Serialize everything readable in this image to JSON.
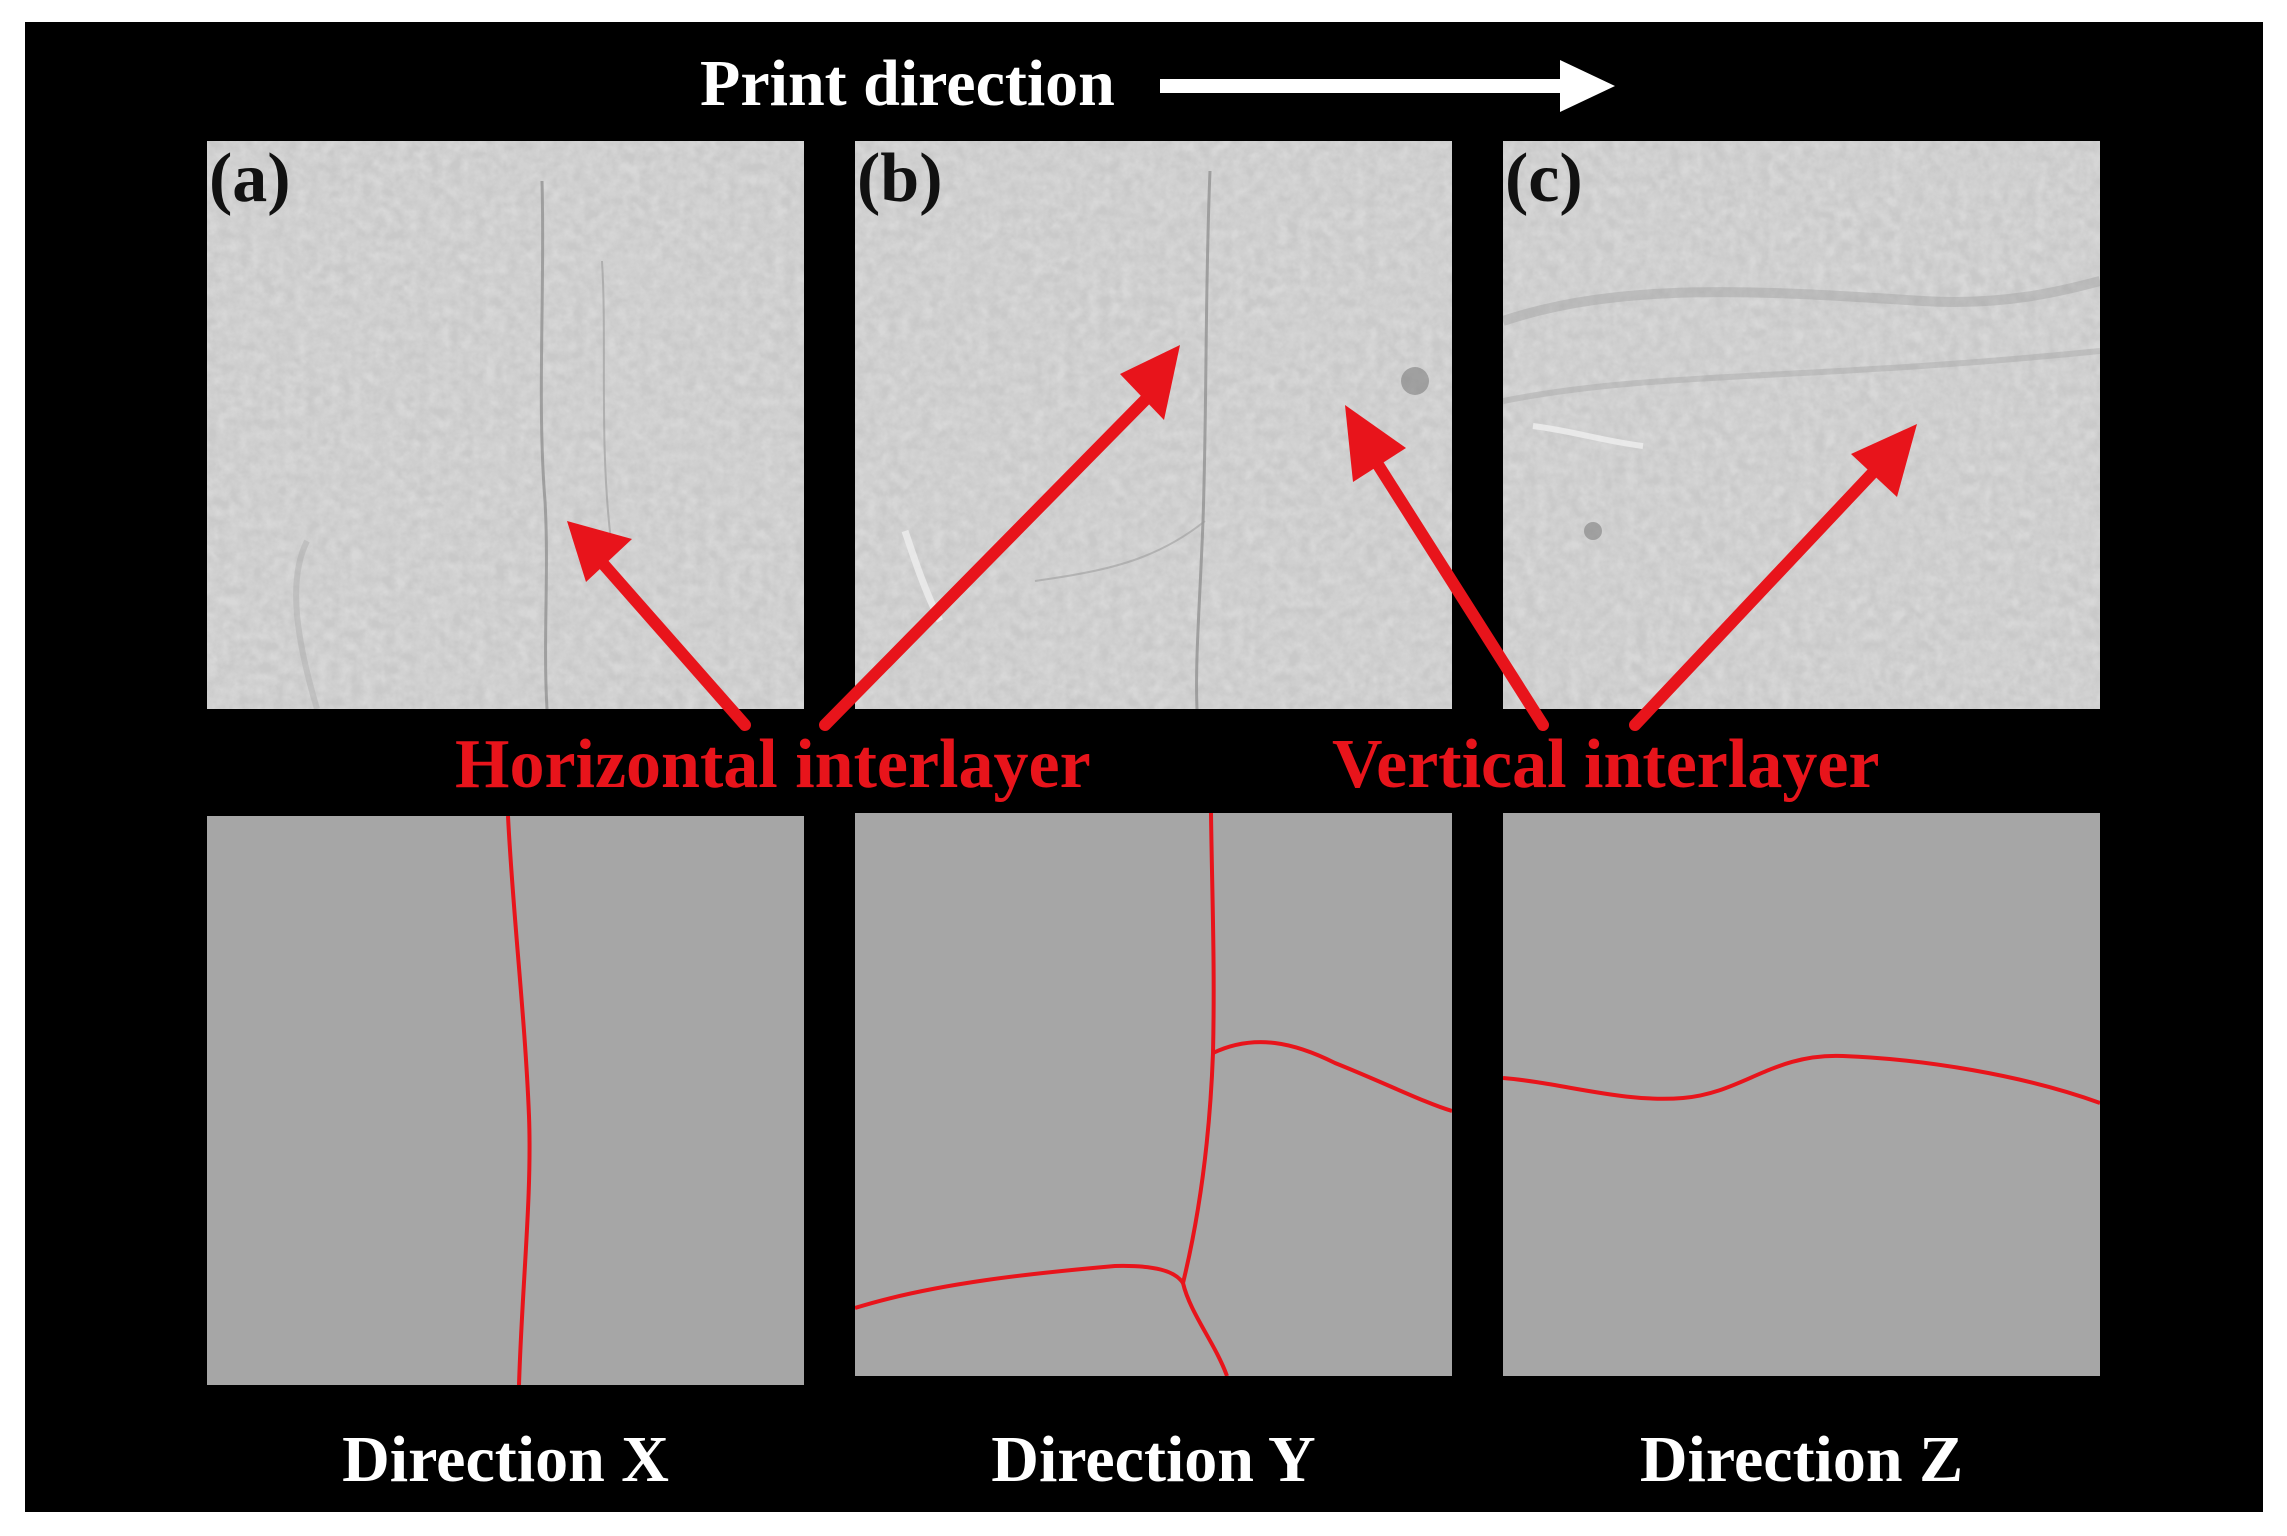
{
  "figure": {
    "print_direction_label": "Print direction",
    "panels": [
      {
        "letter": "(a)",
        "direction_label": "Direction X"
      },
      {
        "letter": "(b)",
        "direction_label": "Direction Y"
      },
      {
        "letter": "(c)",
        "direction_label": "Direction Z"
      }
    ],
    "annotations": {
      "horizontal": "Horizontal interlayer",
      "vertical": "Vertical interlayer"
    },
    "colors": {
      "background": "#000000",
      "annotation_red": "#e8141b",
      "sketch_gray": "#a6a6a6",
      "photo_gray": "#c9c9c9",
      "text_white": "#ffffff"
    }
  }
}
